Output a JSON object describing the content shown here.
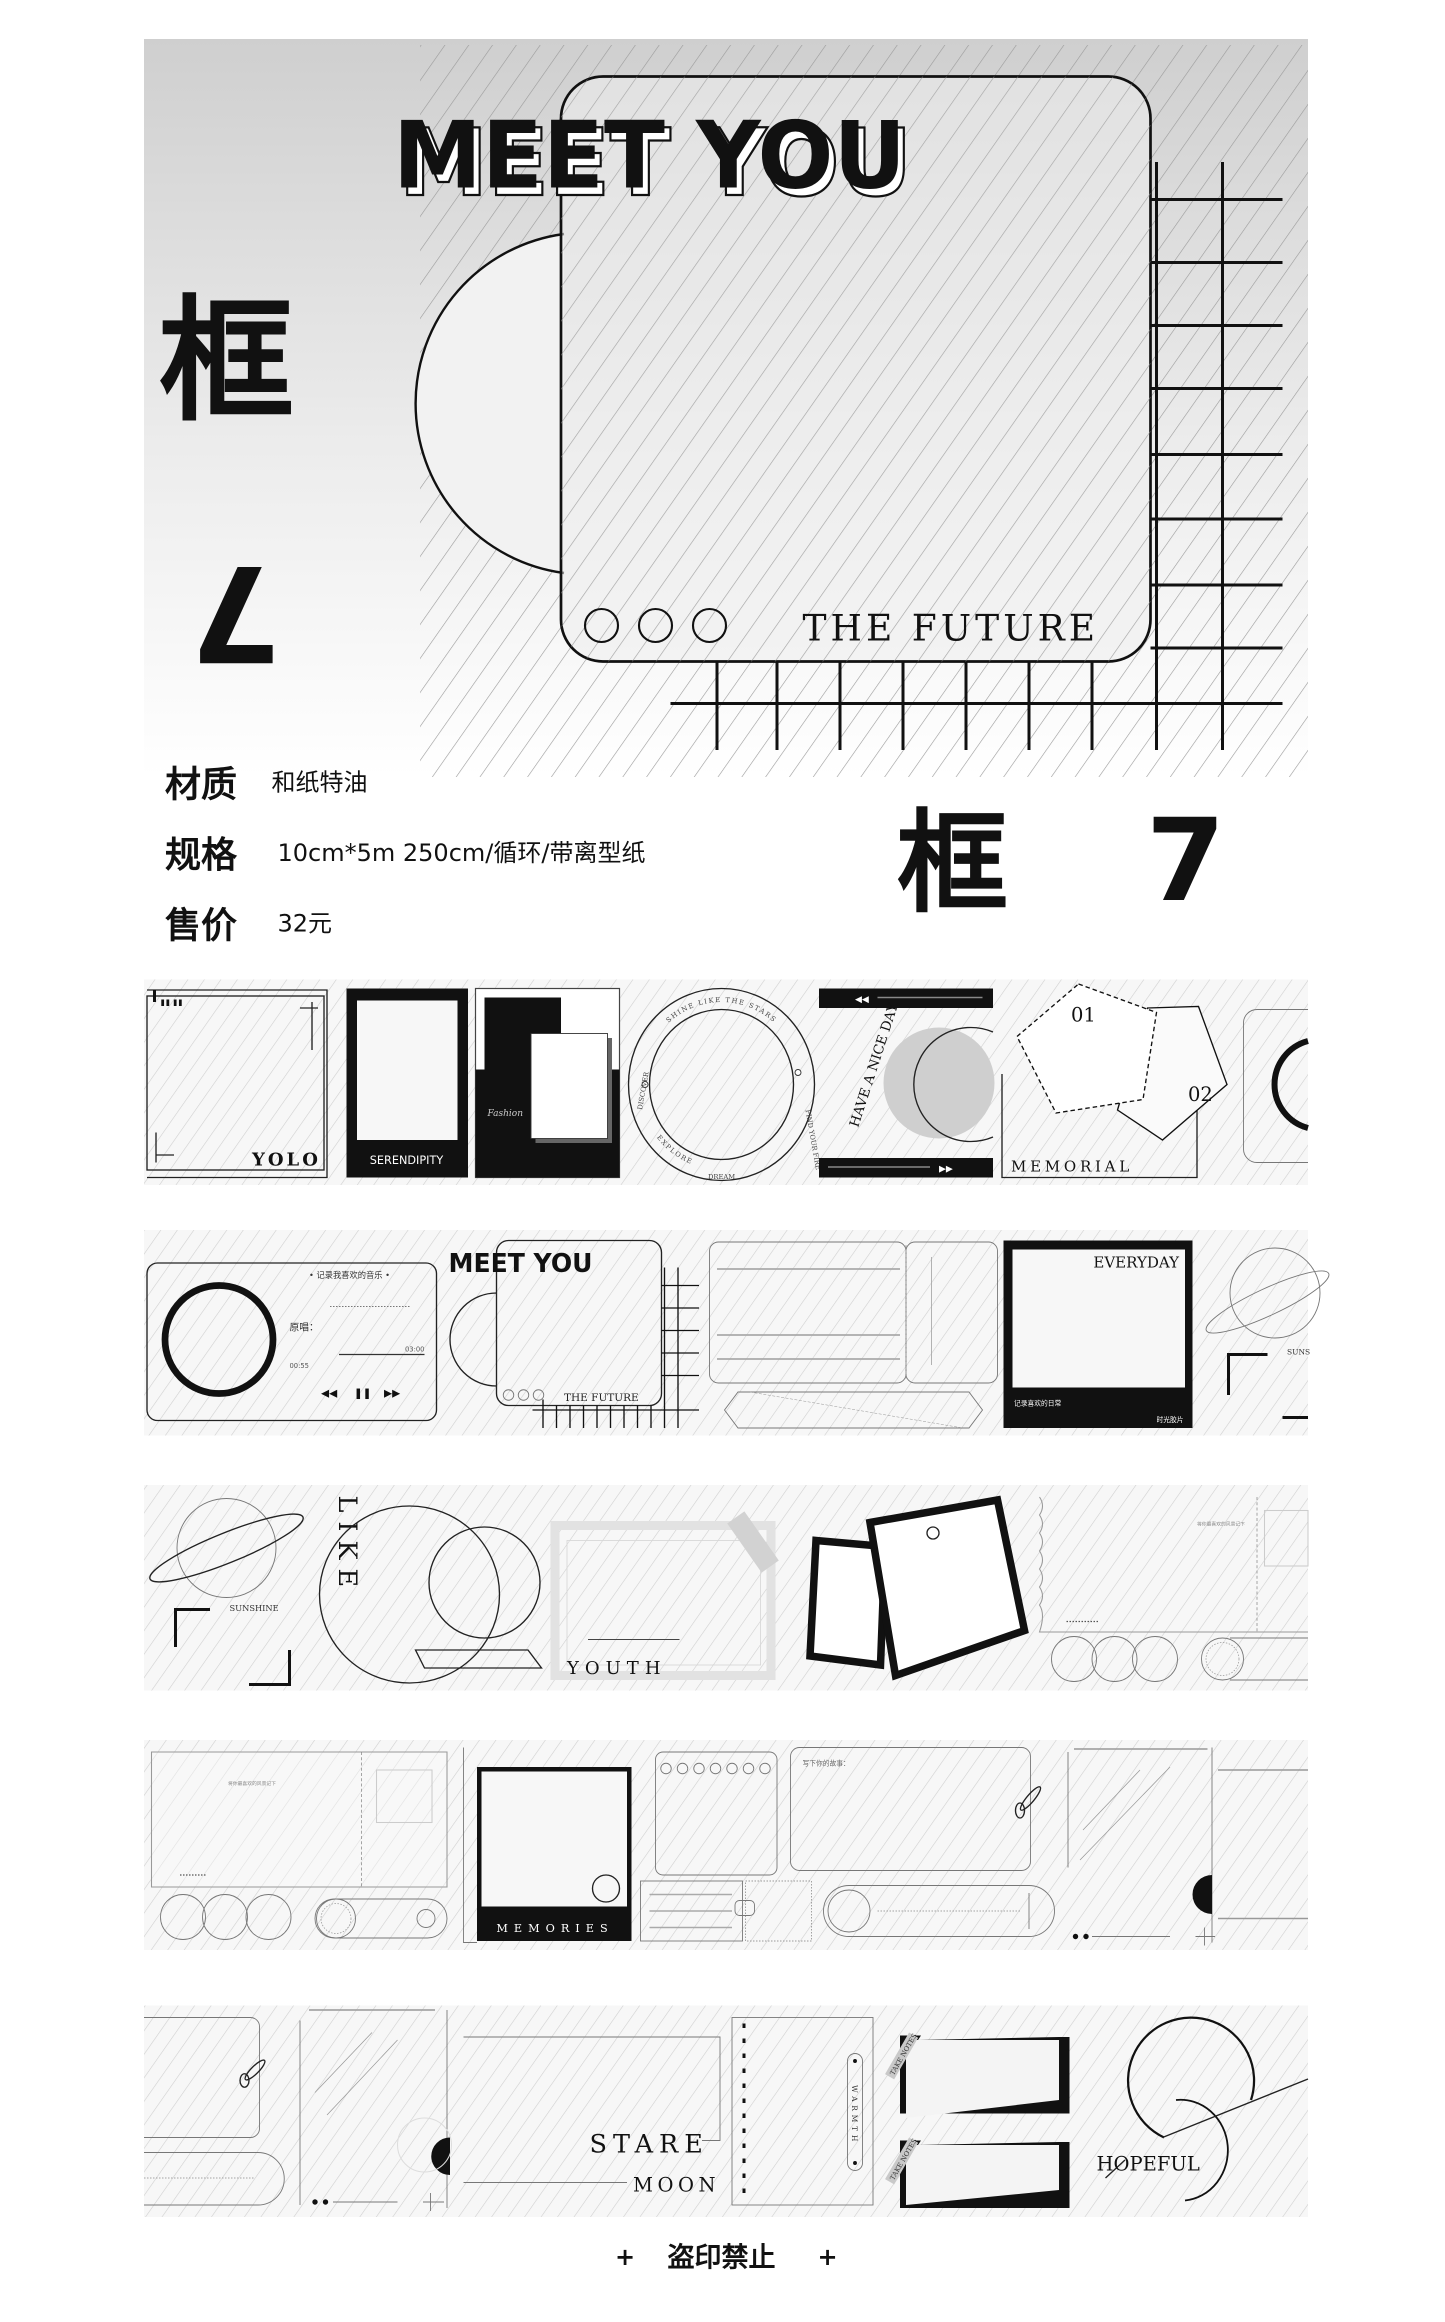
{
  "banner": {
    "headline": "MEET YOU",
    "tagline": "THE FUTURE",
    "side_title": "框",
    "side_number": "7"
  },
  "specs": [
    {
      "label": "材质",
      "value": "和纸特油"
    },
    {
      "label": "规格",
      "value": "10cm*5m 250cm/循环/带离型纸"
    },
    {
      "label": "售价",
      "value": "32元"
    }
  ],
  "product_name": {
    "title": "框",
    "number": "7"
  },
  "strips": {
    "row1": {
      "yolo": "YOLO",
      "serendipity": "SERENDIPITY",
      "fashion": "Fashion",
      "ring_texts": [
        "SHINE LIKE THE STARS",
        "FIND YOUR FIRE",
        "DREAM",
        "EXPLORE",
        "DISCOVER"
      ],
      "nice_day": "HAVE A NICE DAY.",
      "num1": "01",
      "num2": "02",
      "memorial": "MEMORIAL"
    },
    "row2": {
      "music_title": "• 记录我喜欢的音乐 •",
      "singer": "原唱：",
      "time_total": "03:00",
      "time_now": "00:55",
      "controls": [
        "◀◀",
        "❚❚",
        "▶▶"
      ],
      "meet_you": "MEET YOU",
      "the_future": "THE FUTURE",
      "everyday": "EVERYDAY",
      "everyday_caption": "记录喜欢的日常",
      "film_caption": "时光胶片",
      "sunshine": "SUNS"
    },
    "row3": {
      "sunshine": "SUNSHINE",
      "like": "LIKE",
      "youth": "YOUTH",
      "stamp_caption": "将你最喜欢的风景记下"
    },
    "row4": {
      "stamp_caption": "将你最喜欢的风景记下",
      "memories": "MEMORIES",
      "story_prompt": "写下你的故事："
    },
    "row5": {
      "stare": "STARE",
      "moon": "MOON",
      "warmth": "WARMTH",
      "take_notes": "TAKE NOTES",
      "hopeful": "HOPEFUL"
    }
  },
  "footer": {
    "plus": "+",
    "notice": "盗印禁止"
  },
  "colors": {
    "ink": "#111111",
    "hatch": "#cccccc",
    "banner_top": "#cfcfcf",
    "paper": "#f7f7f7"
  }
}
